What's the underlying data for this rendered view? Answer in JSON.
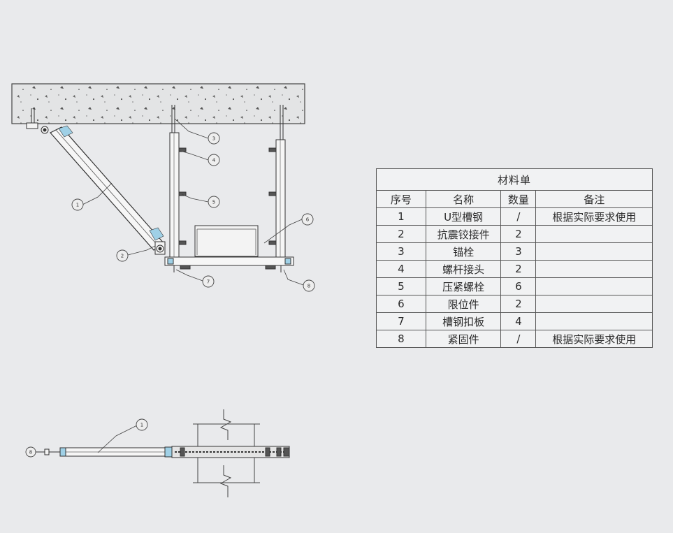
{
  "bom": {
    "title": "材料单",
    "headers": [
      "序号",
      "名称",
      "数量",
      "备注"
    ],
    "rows": [
      {
        "no": "1",
        "name": "U型槽钢",
        "qty": "/",
        "note": "根据实际要求使用"
      },
      {
        "no": "2",
        "name": "抗震铰接件",
        "qty": "2",
        "note": ""
      },
      {
        "no": "3",
        "name": "锚栓",
        "qty": "3",
        "note": ""
      },
      {
        "no": "4",
        "name": "螺杆接头",
        "qty": "2",
        "note": ""
      },
      {
        "no": "5",
        "name": "压紧螺栓",
        "qty": "6",
        "note": ""
      },
      {
        "no": "6",
        "name": "限位件",
        "qty": "2",
        "note": ""
      },
      {
        "no": "7",
        "name": "槽钢扣板",
        "qty": "4",
        "note": ""
      },
      {
        "no": "8",
        "name": "紧固件",
        "qty": "/",
        "note": "根据实际要求使用"
      }
    ]
  },
  "callouts": {
    "front": [
      "1",
      "2",
      "3",
      "4",
      "5",
      "6",
      "7",
      "8"
    ],
    "plan": [
      "1",
      "8"
    ]
  },
  "colors": {
    "background": "#e9eaec",
    "line": "#444444",
    "steel_tint": "#9fd0e6"
  }
}
